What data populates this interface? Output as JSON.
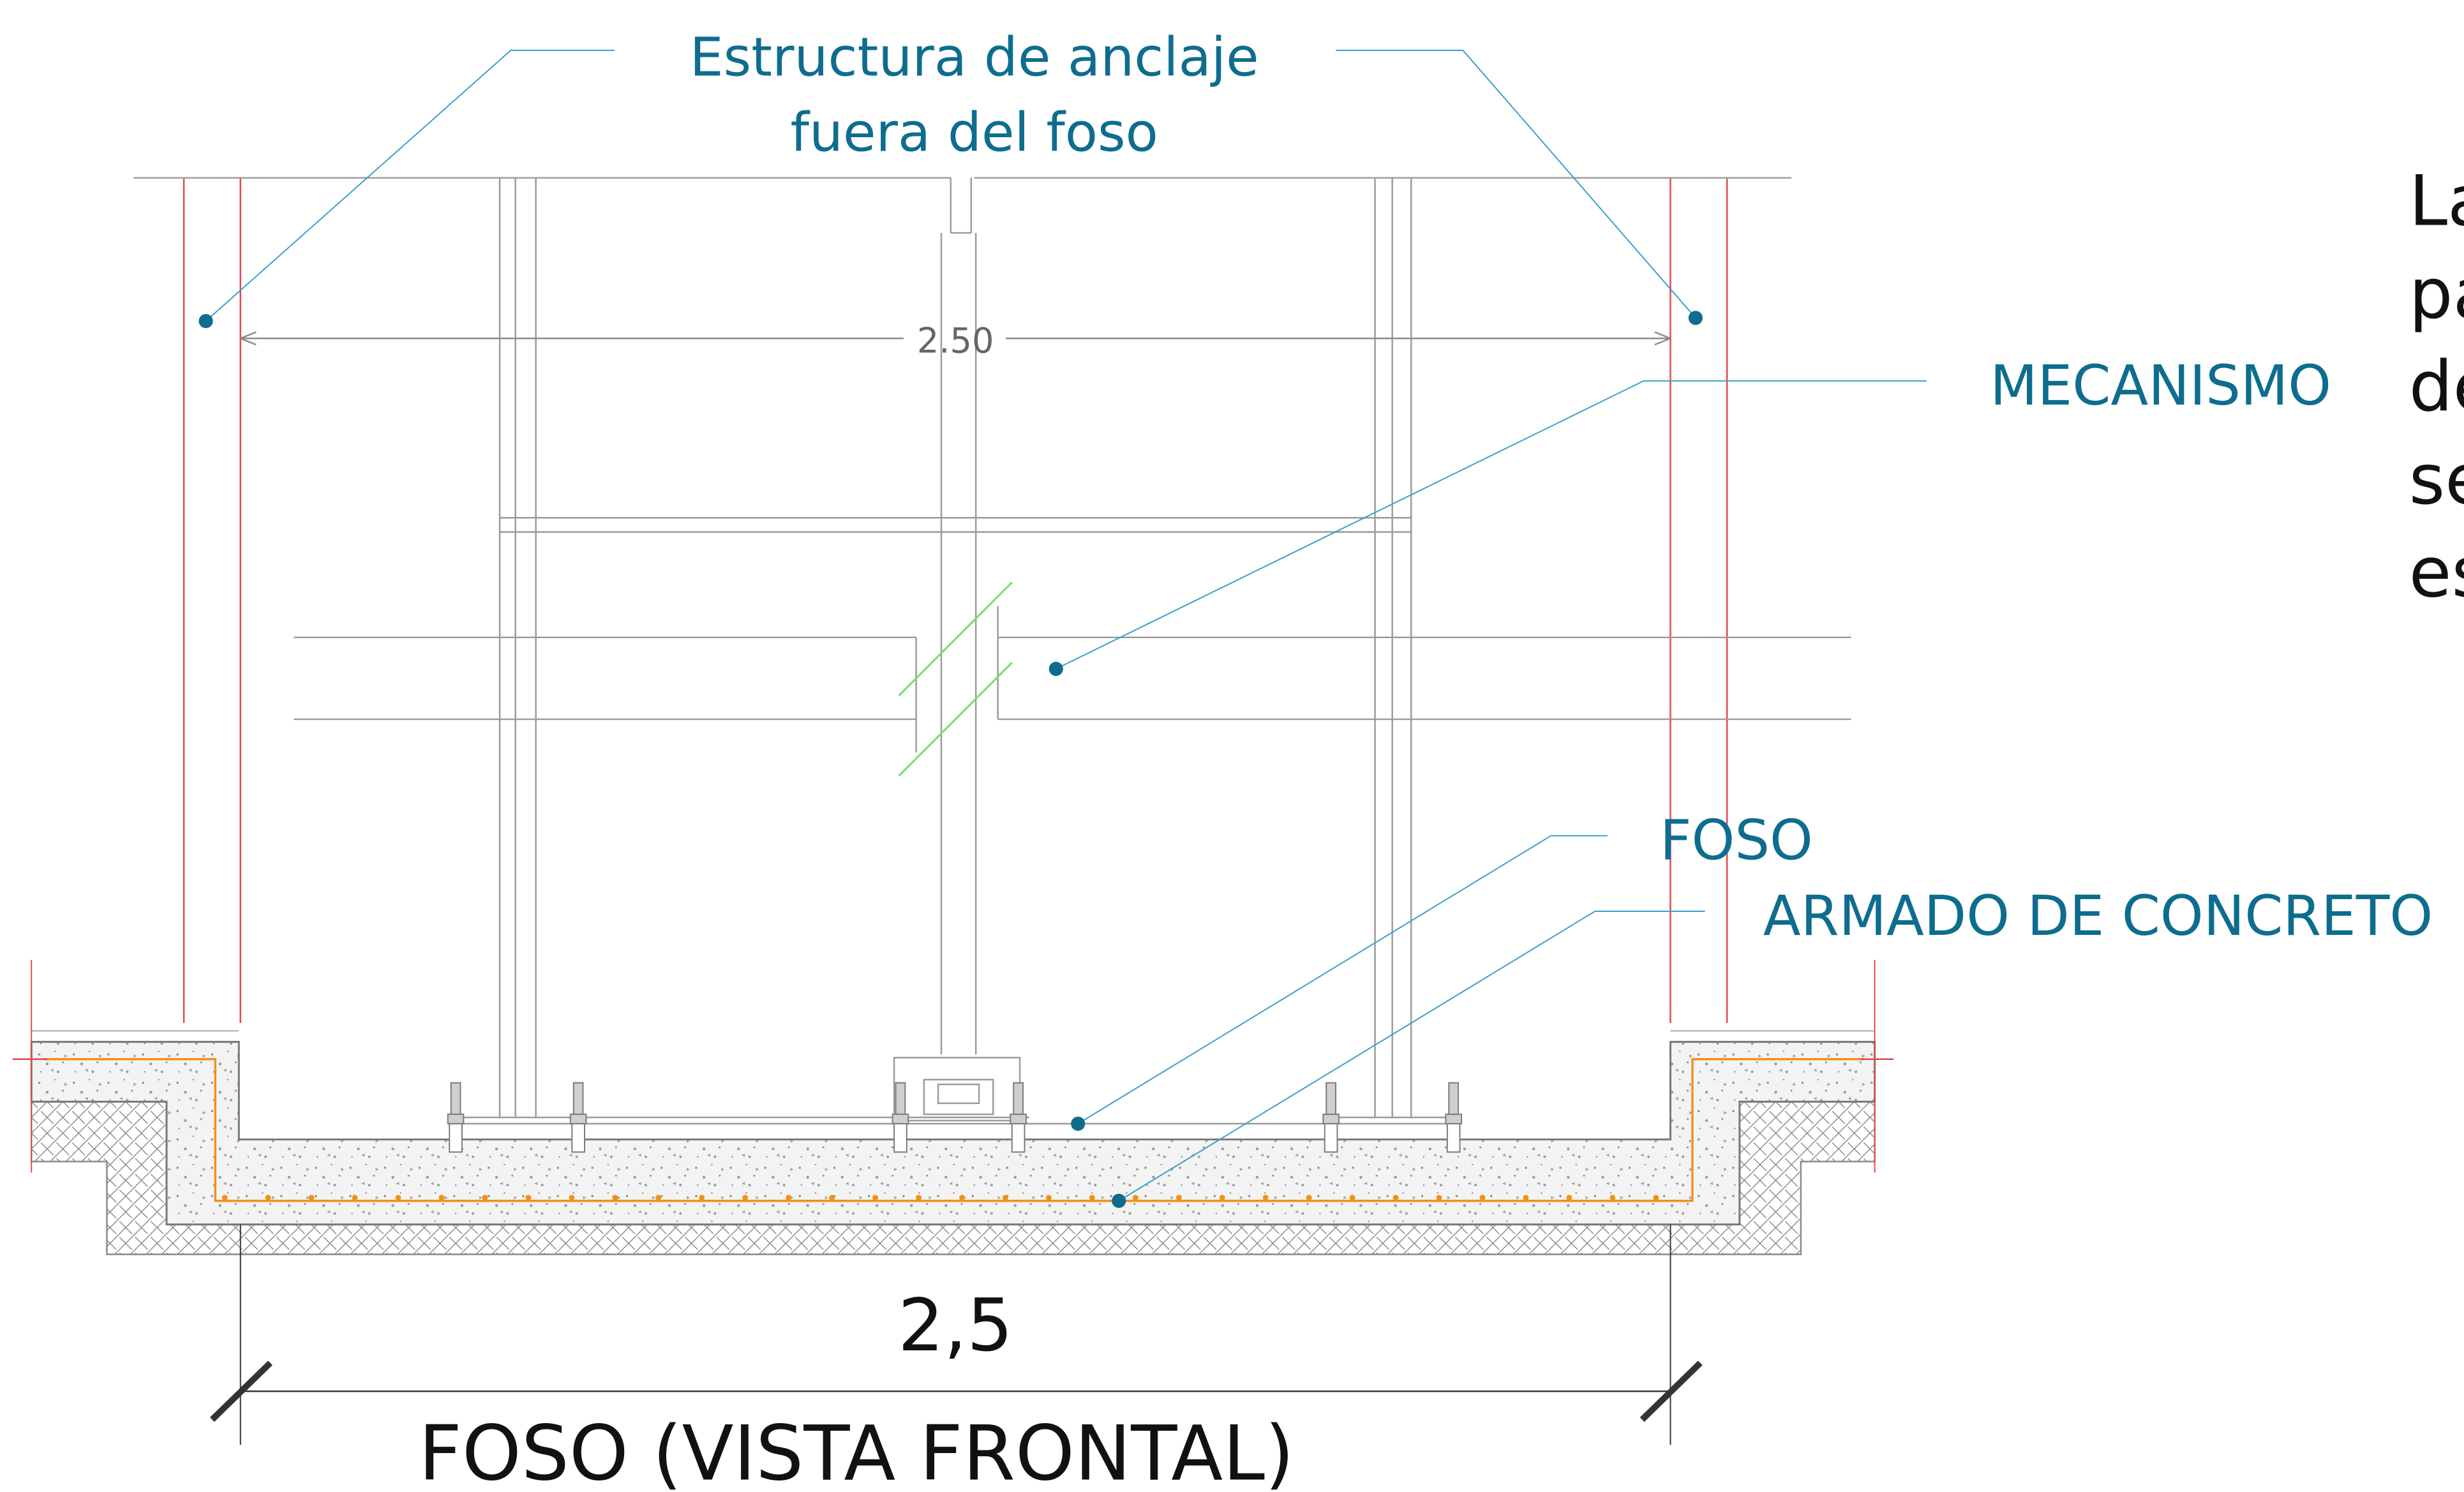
{
  "labels": {
    "anchor_line1": "Estructura de anclaje",
    "anchor_line2": "fuera del foso",
    "mechanism": "MECANISMO",
    "pit": "FOSO",
    "rebar": "ARMADO DE CONCRETO",
    "side_note": [
      "La",
      "pa",
      "de",
      "se",
      "es"
    ]
  },
  "dimensions": {
    "top_width": "2.50",
    "bottom_width": "2,5"
  },
  "title": "FOSO (VISTA FRONTAL)",
  "colors": {
    "label": "#0e6d8f",
    "leader": "#3aa0c8",
    "column": "#e0474c",
    "rebar": "#f39019",
    "break_mark": "#6fe06f",
    "structure": "#9a9a9a"
  }
}
